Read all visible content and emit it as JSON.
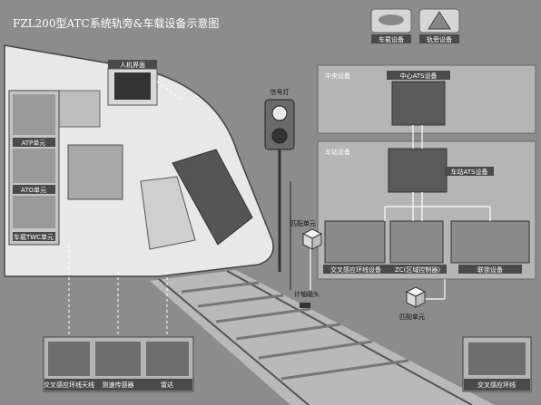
{
  "title": "FZL200型ATC系统轨旁&车载设备示意图",
  "legend": {
    "onboard": "车载设备",
    "trackside": "轨旁设备"
  },
  "onboard": {
    "hmi": "人机界面",
    "atp": "ATP单元",
    "ato": "ATO单元",
    "twc": "车载TWC单元",
    "loop_antenna": "交叉感应环线天线",
    "speed_sensor": "测速传感器",
    "radar": "雷达"
  },
  "trackside": {
    "signal": "信号灯",
    "central_section": "中央设备",
    "central_ats": "中心ATS设备",
    "station_section": "车站设备",
    "station_ats": "车站ATS设备",
    "loop_equipment": "交叉感应环线设备",
    "zc": "ZC(区域控制器)",
    "interlocking": "联锁设备",
    "matching_unit_1": "匹配单元",
    "matching_unit_2": "匹配单元",
    "axle_counter": "计轴磁头",
    "track_loop": "交叉感应环线"
  },
  "colors": {
    "background": "#8a8a8a",
    "panel": "#b5b5b5",
    "label_bar": "#4a4a4a",
    "connector": "#ffffff"
  }
}
